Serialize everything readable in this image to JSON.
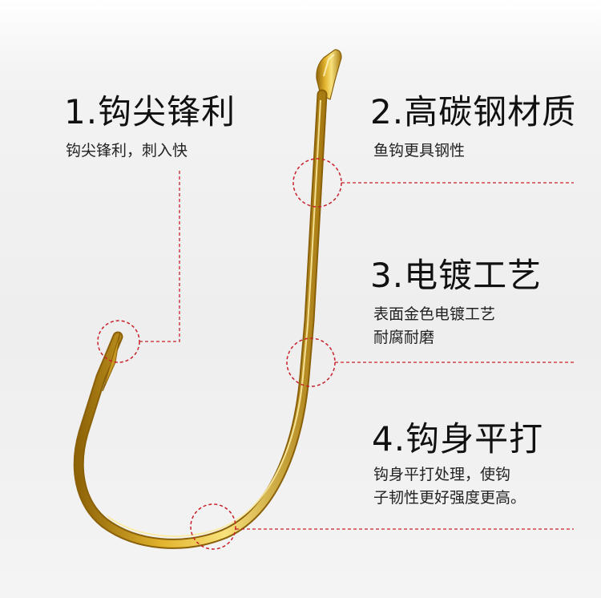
{
  "features": [
    {
      "title": "1.钩尖锋利",
      "desc": [
        "钩尖锋利，刺入快"
      ]
    },
    {
      "title": "2.高碳钢材质",
      "desc": [
        "鱼钩更具钢性"
      ]
    },
    {
      "title": "3.电镀工艺",
      "desc": [
        "表面金色电镀工艺",
        "耐腐耐磨"
      ]
    },
    {
      "title": "4.钩身平打",
      "desc": [
        "钩身平打处理，使钩",
        "子韧性更好强度更高。"
      ]
    }
  ],
  "colors": {
    "callout": "#c8202a",
    "gold_dark": "#9c6f0a",
    "gold_mid": "#e0b430",
    "gold_light": "#f6e07a",
    "text": "#111111"
  }
}
